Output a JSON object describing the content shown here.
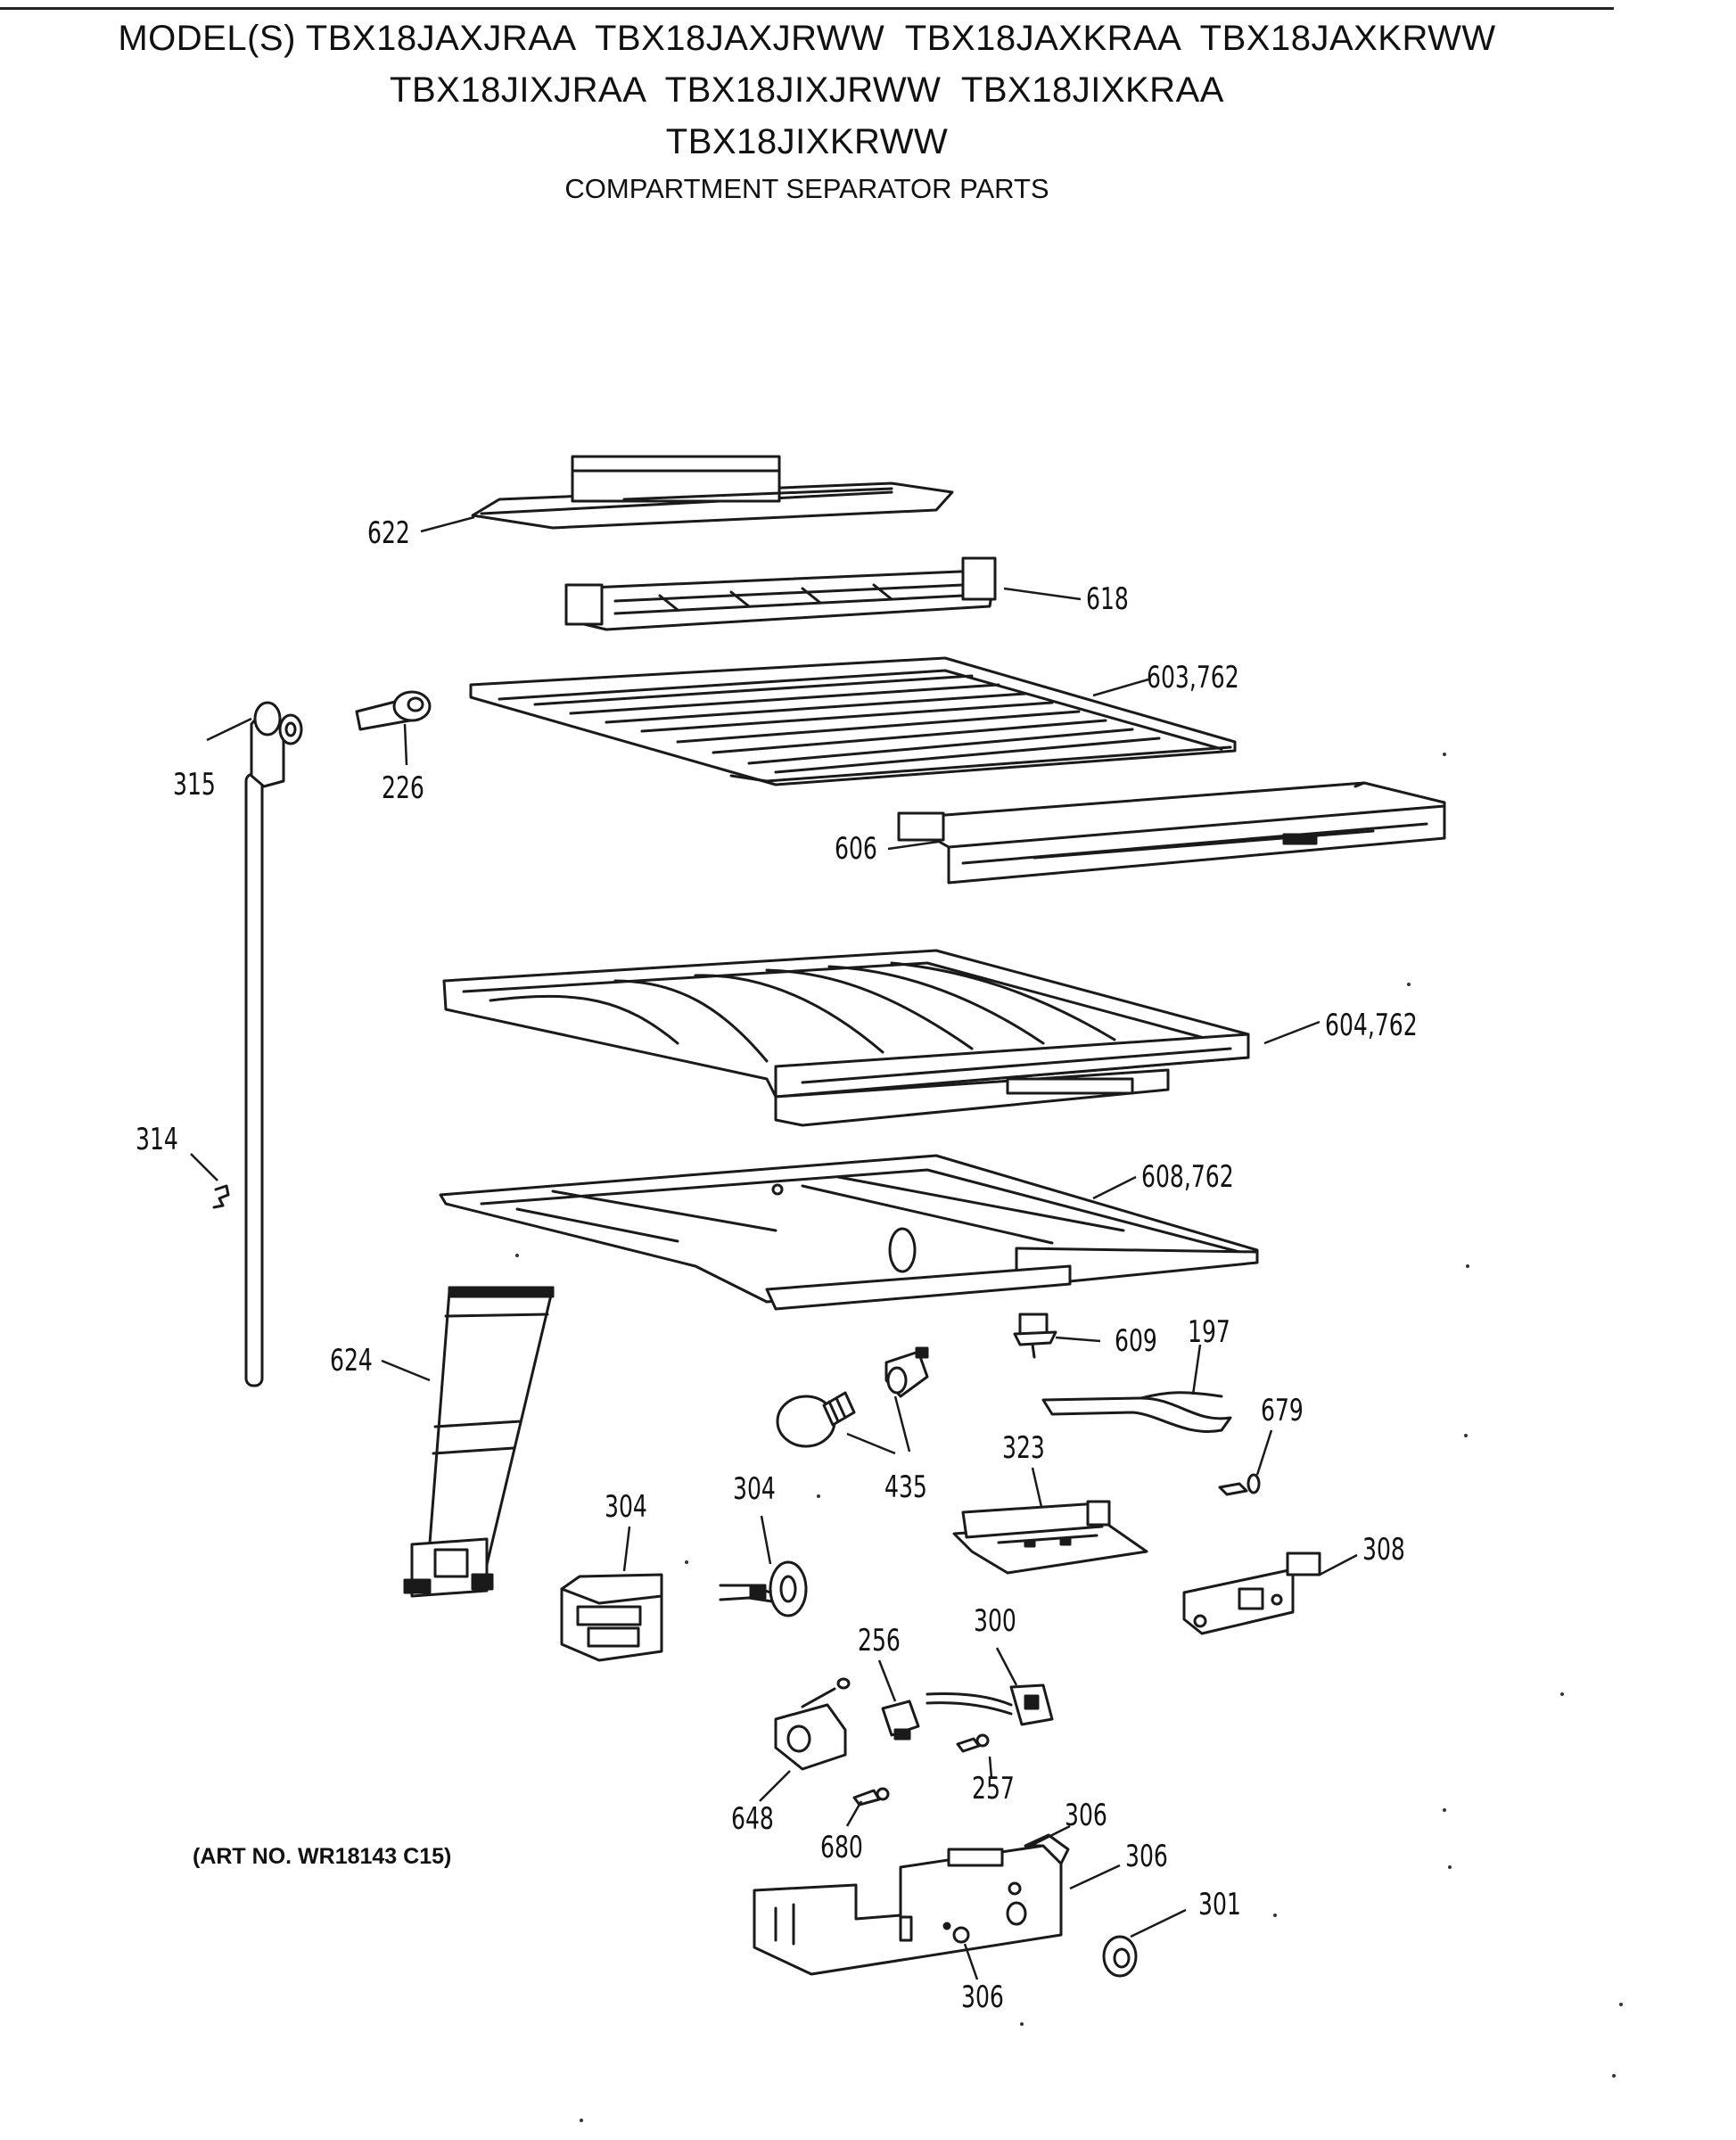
{
  "header": {
    "model_lines": [
      "MODEL(S) TBX18JAXJRAA  TBX18JAXJRWW  TBX18JAXKRAA  TBX18JAXKRWW",
      "TBX18JIXJRAA  TBX18JIXJRWW  TBX18JIXKRAA",
      "TBX18JIXKRWW"
    ],
    "subtitle": "COMPARTMENT SEPARATOR PARTS"
  },
  "art_number": "(ART NO. WR18143 C15)",
  "callouts": {
    "c622": "622",
    "c618": "618",
    "c603": "603,762",
    "c315": "315",
    "c226": "226",
    "c606": "606",
    "c604": "604,762",
    "c314": "314",
    "c608": "608,762",
    "c624": "624",
    "c609": "609",
    "c197": "197",
    "c679": "679",
    "c435": "435",
    "c323": "323",
    "c304a": "304",
    "c304b": "304",
    "c308": "308",
    "c256": "256",
    "c300": "300",
    "c257": "257",
    "c648": "648",
    "c680": "680",
    "c306a": "306",
    "c306b": "306",
    "c306c": "306",
    "c301": "301"
  }
}
